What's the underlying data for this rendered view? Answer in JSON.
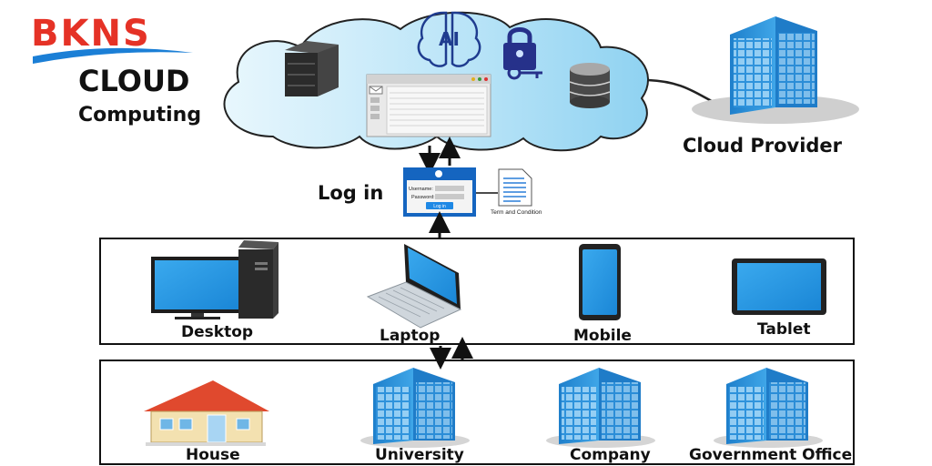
{
  "brand": {
    "logo": "BKNS",
    "title": "CLOUD",
    "subtitle": "Computing"
  },
  "provider": {
    "label": "Cloud Provider"
  },
  "login": {
    "label": "Log in",
    "username_label": "Username:",
    "password_label": "Password:",
    "button": "Log in",
    "terms": "Term and Condition"
  },
  "devices": [
    "Desktop",
    "Laptop",
    "Mobile",
    "Tablet"
  ],
  "places": [
    "House",
    "University",
    "Company",
    "Government Office"
  ],
  "cloud_icons": [
    "server-icon",
    "ai-brain-icon",
    "lock-key-icon",
    "database-icon",
    "email-window-icon"
  ],
  "colors": {
    "brand_red": "#e53226",
    "brand_blue": "#1b7fd6",
    "cloud": "#c4e8f8",
    "building": "#2c8fd6",
    "screen": "#2a9be3",
    "roof": "#e0492e"
  }
}
